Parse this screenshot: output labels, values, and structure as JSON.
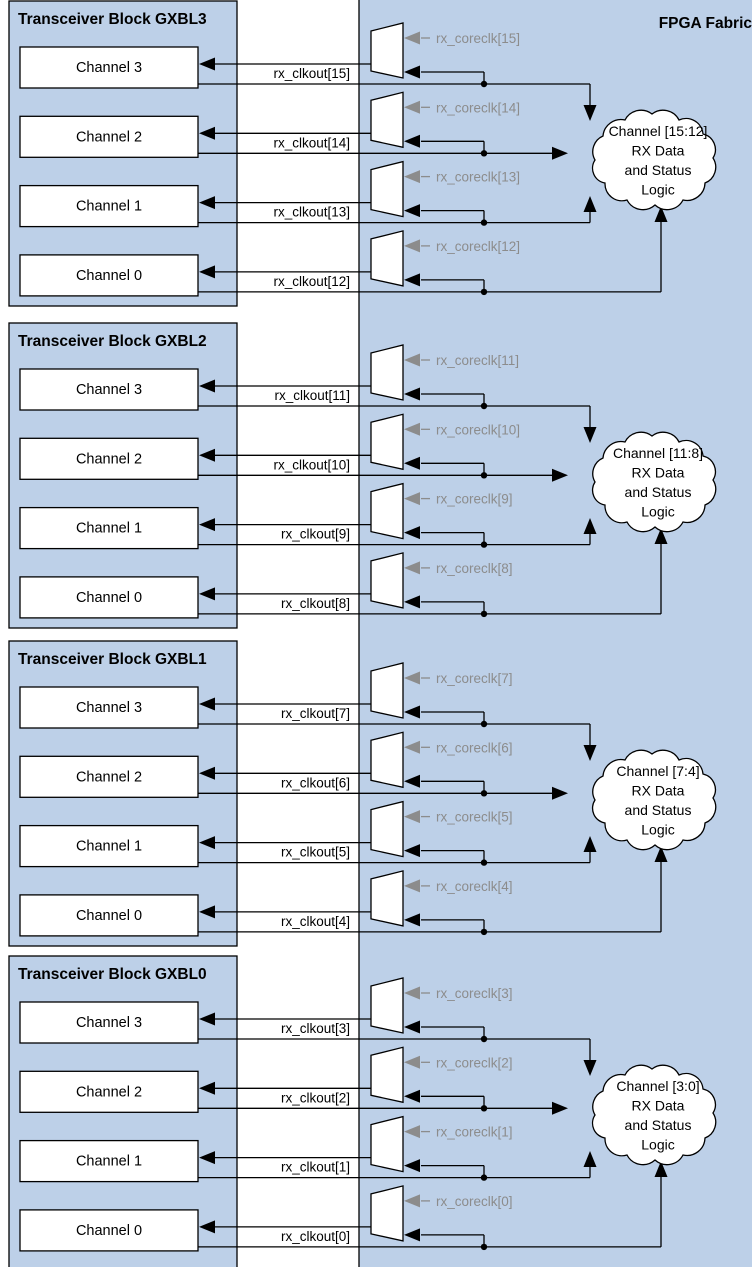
{
  "fabric": {
    "label": "FPGA Fabric"
  },
  "blocks": [
    {
      "title": "Transceiver Block GXBL3",
      "channels": [
        "Channel 3",
        "Channel 2",
        "Channel 1",
        "Channel 0"
      ],
      "clkouts": [
        "rx_clkout[15]",
        "rx_clkout[14]",
        "rx_clkout[13]",
        "rx_clkout[12]"
      ],
      "coreclks": [
        "rx_coreclk[15]",
        "rx_coreclk[14]",
        "rx_coreclk[13]",
        "rx_coreclk[12]"
      ],
      "cloud": [
        "Channel [15:12]",
        "RX Data",
        "and Status",
        "Logic"
      ]
    },
    {
      "title": "Transceiver Block GXBL2",
      "channels": [
        "Channel 3",
        "Channel 2",
        "Channel 1",
        "Channel 0"
      ],
      "clkouts": [
        "rx_clkout[11]",
        "rx_clkout[10]",
        "rx_clkout[9]",
        "rx_clkout[8]"
      ],
      "coreclks": [
        "rx_coreclk[11]",
        "rx_coreclk[10]",
        "rx_coreclk[9]",
        "rx_coreclk[8]"
      ],
      "cloud": [
        "Channel [11:8]",
        "RX Data",
        "and Status",
        "Logic"
      ]
    },
    {
      "title": "Transceiver Block GXBL1",
      "channels": [
        "Channel 3",
        "Channel 2",
        "Channel 1",
        "Channel 0"
      ],
      "clkouts": [
        "rx_clkout[7]",
        "rx_clkout[6]",
        "rx_clkout[5]",
        "rx_clkout[4]"
      ],
      "coreclks": [
        "rx_coreclk[7]",
        "rx_coreclk[6]",
        "rx_coreclk[5]",
        "rx_coreclk[4]"
      ],
      "cloud": [
        "Channel [7:4]",
        "RX Data",
        "and Status",
        "Logic"
      ]
    },
    {
      "title": "Transceiver Block GXBL0",
      "channels": [
        "Channel 3",
        "Channel 2",
        "Channel 1",
        "Channel 0"
      ],
      "clkouts": [
        "rx_clkout[3]",
        "rx_clkout[2]",
        "rx_clkout[1]",
        "rx_clkout[0]"
      ],
      "coreclks": [
        "rx_coreclk[3]",
        "rx_coreclk[2]",
        "rx_coreclk[1]",
        "rx_coreclk[0]"
      ],
      "cloud": [
        "Channel [3:0]",
        "RX Data",
        "and Status",
        "Logic"
      ]
    }
  ],
  "colors": {
    "fabric": "#bdd0e8",
    "block": "#bdd0e8",
    "line": "#000000",
    "coreclk": "#8c8c8c"
  }
}
